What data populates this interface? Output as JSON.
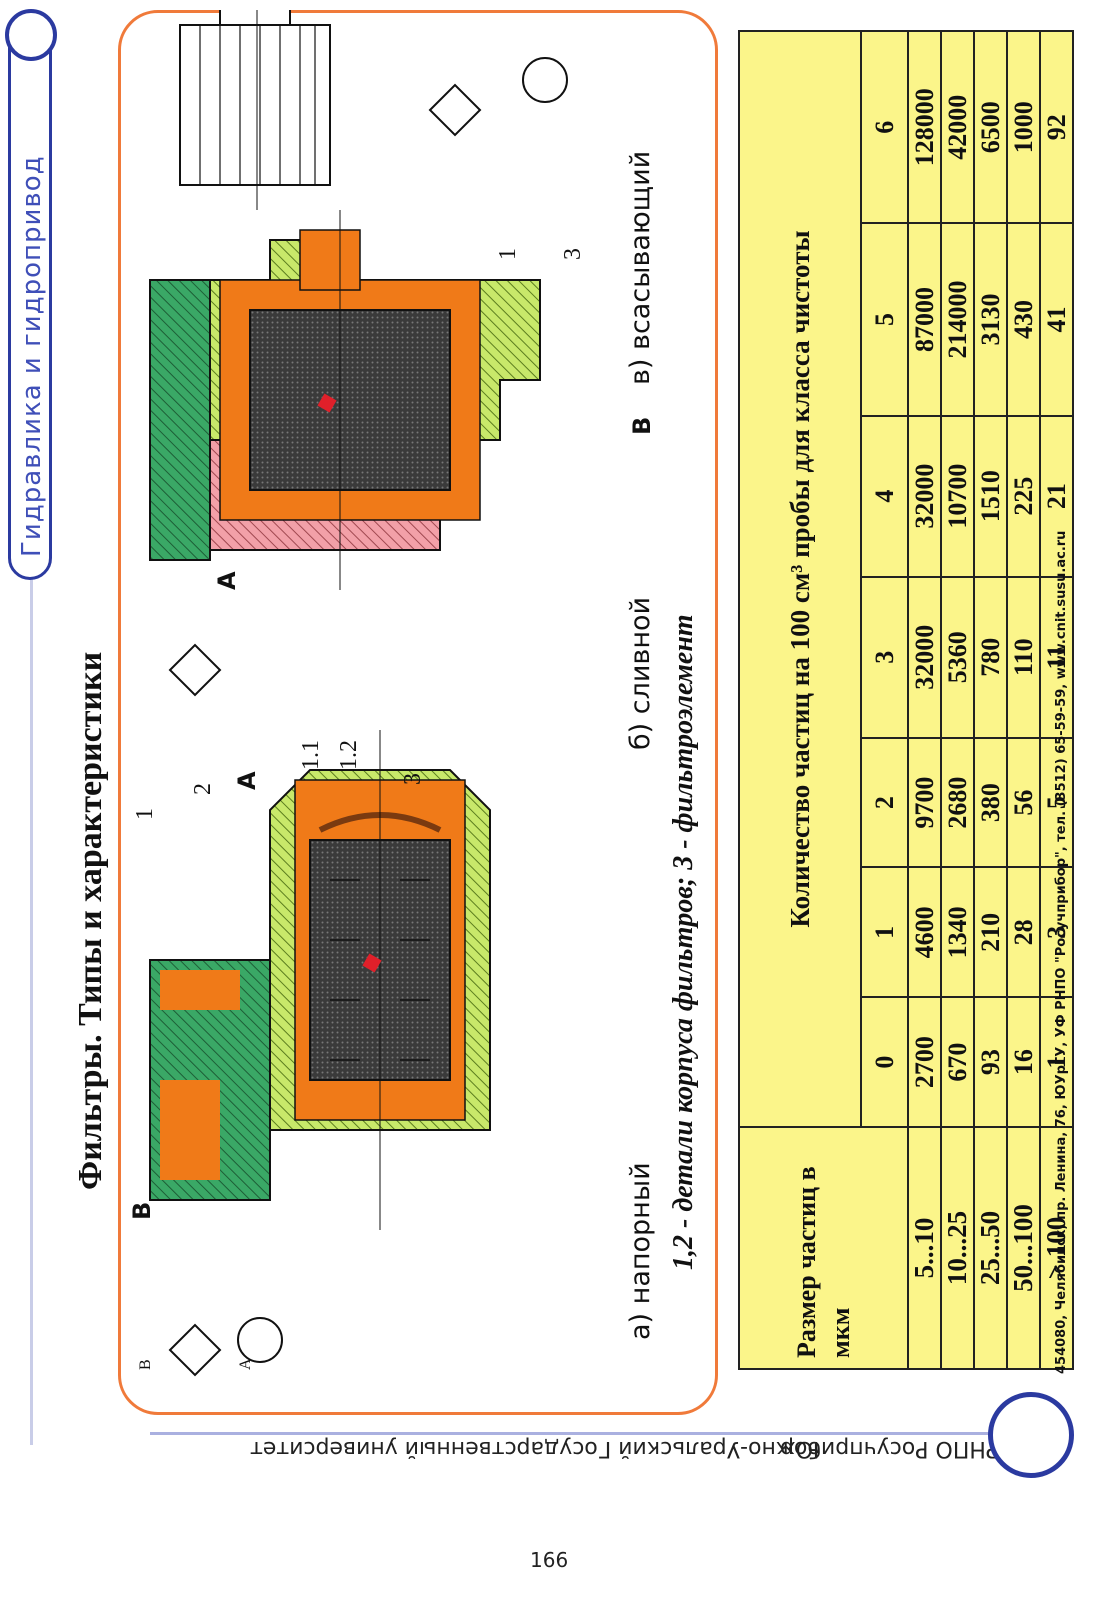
{
  "header": {
    "section": "Гидравлика  и  гидропривод"
  },
  "title": "Фильтры. Типы и характеристики",
  "captions": {
    "a": "а) напорный",
    "b": "б) сливной",
    "c": "в) всасывающий",
    "note": "1,2 - детали корпуса фильтров; 3 - фильтроэлемент"
  },
  "drawing_labels": {
    "port_a": "А",
    "port_b": "В",
    "n1": "1",
    "n2": "2",
    "n3": "3",
    "n11": "1.1",
    "n12": "1.2",
    "sym_a": "А",
    "sym_b": "В"
  },
  "table": {
    "size_header": "Размер частиц в мкм",
    "count_header": "Количество частиц на 100 см³ пробы для класса чистоты",
    "classes": [
      "0",
      "1",
      "2",
      "3",
      "4",
      "5",
      "6"
    ],
    "rows": [
      {
        "size": "5...10",
        "values": [
          "2700",
          "4600",
          "9700",
          "32000",
          "32000",
          "87000",
          "128000"
        ]
      },
      {
        "size": "10...25",
        "values": [
          "670",
          "1340",
          "2680",
          "5360",
          "10700",
          "214000",
          "42000"
        ]
      },
      {
        "size": "25...50",
        "values": [
          "93",
          "210",
          "380",
          "780",
          "1510",
          "3130",
          "6500"
        ]
      },
      {
        "size": "50...100",
        "values": [
          "16",
          "28",
          "56",
          "110",
          "225",
          "430",
          "1000"
        ]
      },
      {
        "size": "> 100",
        "values": [
          "1",
          "3",
          "5",
          "11",
          "21",
          "41",
          "92"
        ]
      }
    ]
  },
  "footer": "454080, Челябинск, пр. Ленина, 76, ЮУрГУ, УФ РНПО \"Росучприбор\", тел. (3512) 65-59-59, www.cnit.susu.ac.ru",
  "band": {
    "university": "Южно-Уральский Государственный университет",
    "org": "РНПО Росучприбор"
  },
  "page_number": "166",
  "colors": {
    "accent_blue": "#2b3aa0",
    "frame_orange": "#f07a3a",
    "table_yellow": "#fbf58a",
    "housing_green": "#3aa866",
    "housing_lime": "#c8e86a",
    "housing_pink": "#f2a0a8",
    "fluid_orange": "#f07a18",
    "element_dark": "#3a3a3a"
  }
}
